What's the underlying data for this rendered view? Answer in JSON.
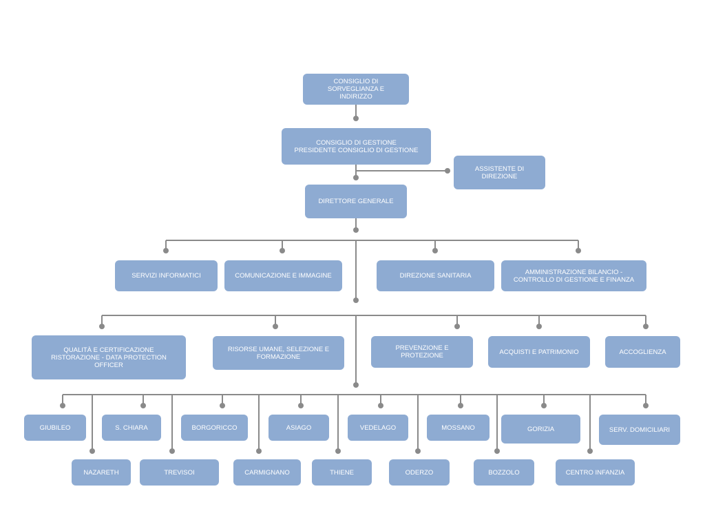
{
  "nodes": {
    "consiglio_sorveglianza": "CONSIGLIO DI\nSORVEGLIANZA E\nINDIRIZZO",
    "consiglio_gestione": "CONSIGLIO DI GESTIONE\nPRESIDENTE CONSIGLIO DI GESTIONE",
    "assistente_direzione": "ASSISTENTE DI\nDIREZIONE",
    "direttore_generale": "DIRETTORE GENERALE",
    "servizi_informatici": "SERVIZI INFORMATICI",
    "comunicazione_immagine": "COMUNICAZIONE E IMMAGINE",
    "direzione_sanitaria": "DIREZIONE SANITARIA",
    "amministrazione": "AMMINISTRAZIONE BILANCIO -\nCONTROLLO DI GESTIONE E FINANZA",
    "qualita": "QUALITÀ E CERTIFICAZIONE\nRISTORAZIONE - DATA PROTECTION\nOFFICER",
    "risorse_umane": "RISORSE UMANE, SELEZIONE E\nFORMAZIONE",
    "prevenzione": "PREVENZIONE E\nPROTEZIONE",
    "acquisti": "ACQUISTI E PATRIMONIO",
    "accoglienza": "ACCOGLIENZA",
    "giubileo": "GIUBILEO",
    "s_chiara": "S. CHIARA",
    "borgoricco": "BORGORICCO",
    "asiago": "ASIAGO",
    "vedelago": "VEDELAGO",
    "mossano": "MOSSANO",
    "gorizia": "GORIZIA",
    "serv_domiciliari": "SERV. DOMICILIARI",
    "nazareth": "NAZARETH",
    "trevisoi": "TREVISOI",
    "carmignano": "CARMIGNANO",
    "thiene": "THIENE",
    "oderzo": "ODERZO",
    "bozzolo": "BOZZOLO",
    "centro_infanzia": "CENTRO INFANZIA"
  },
  "colors": {
    "box": "#8eabd2",
    "line": "#8a8a8a",
    "text": "#ffffff"
  }
}
